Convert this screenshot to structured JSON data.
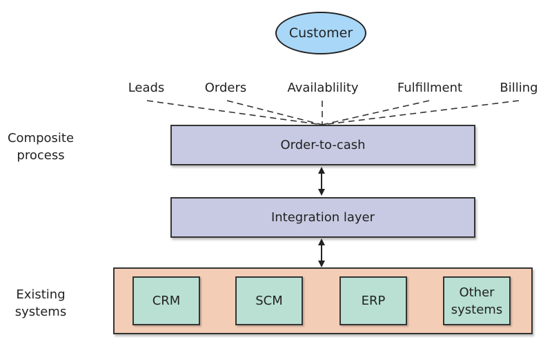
{
  "customer": {
    "label": "Customer"
  },
  "streams": [
    {
      "label": "Leads"
    },
    {
      "label": "Orders"
    },
    {
      "label": "Availablility"
    },
    {
      "label": "Fulfillment"
    },
    {
      "label": "Billing"
    }
  ],
  "side_labels": {
    "composite_process": "Composite\nprocess",
    "existing_systems": "Existing\nsystems"
  },
  "layers": {
    "composite": "Order-to-cash",
    "integration": "Integration layer"
  },
  "systems": [
    {
      "label": "CRM"
    },
    {
      "label": "SCM"
    },
    {
      "label": "ERP"
    },
    {
      "label": "Other\nsystems"
    }
  ],
  "colors": {
    "customer_fill": "#a9d7f7",
    "process_fill": "#c7cae2",
    "systems_panel_fill": "#f3cdb6",
    "system_fill": "#b9e0d3",
    "line": "#333333"
  }
}
